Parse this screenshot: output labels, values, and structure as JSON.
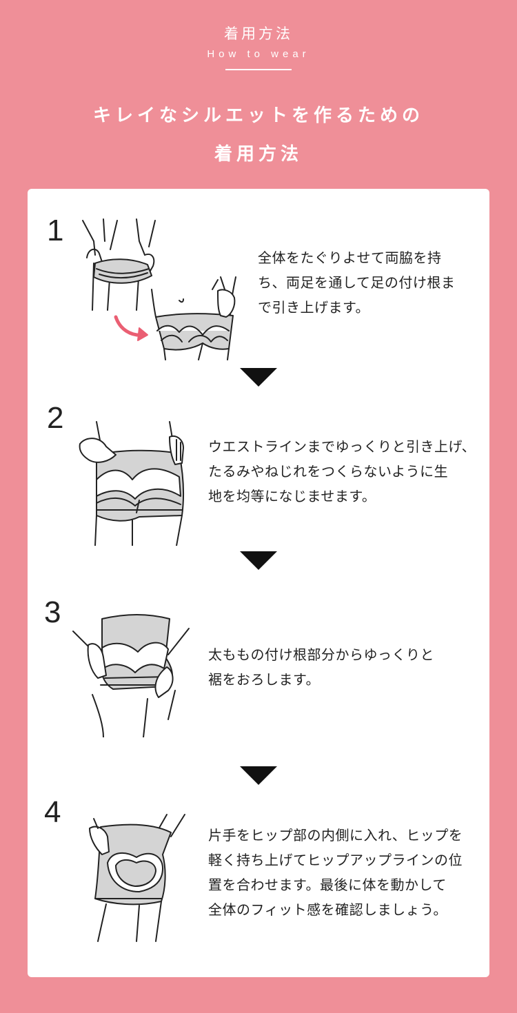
{
  "header": {
    "title_ja": "着用方法",
    "title_en": "How to wear",
    "headline": [
      "キレイなシルエットを作るための",
      "着用方法"
    ]
  },
  "steps": [
    {
      "number": "1",
      "lines": [
        "全体をたぐりよせて両脇を持",
        "ち、両足を通して足の付け根ま",
        "で引き上げます。"
      ]
    },
    {
      "number": "2",
      "lines": [
        "ウエストラインまでゆっくりと引き上げ、",
        "たるみやねじれをつくらないように生",
        "地を均等になじませます。"
      ]
    },
    {
      "number": "3",
      "lines": [
        "太ももの付け根部分からゆっくりと",
        "裾をおろします。"
      ]
    },
    {
      "number": "4",
      "lines": [
        "片手をヒップ部の内側に入れ、ヒップを",
        "軽く持ち上げてヒップアップラインの位",
        "置を合わせます。最後に体を動かして",
        "全体のフィット感を確認しましょう。"
      ]
    }
  ],
  "colors": {
    "background": "#ef8f98",
    "card": "#ffffff",
    "text": "#222222",
    "accent_arrow": "#ea5f73",
    "garment_gray": "#d4d4d4"
  },
  "icons": [
    "down-triangle-icon",
    "curved-arrow-icon"
  ]
}
